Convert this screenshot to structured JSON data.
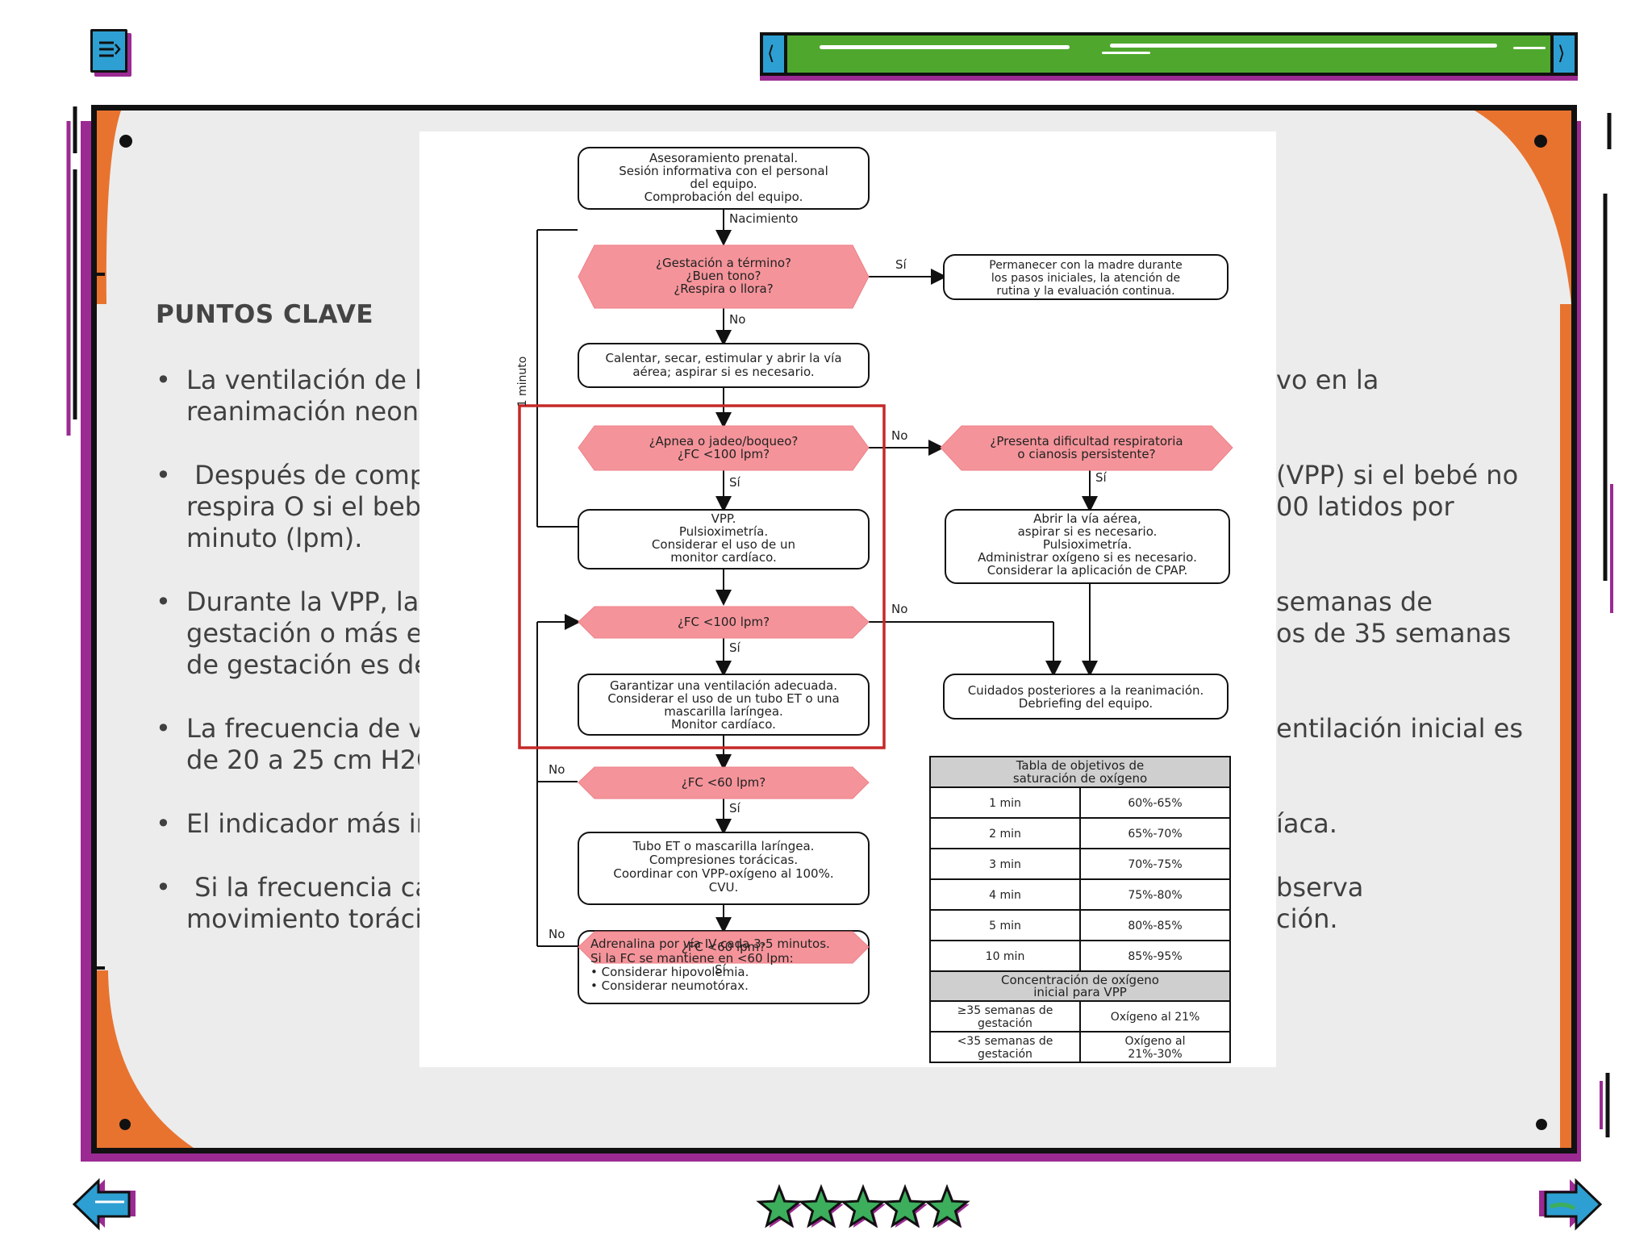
{
  "heading": "PUNTOS CLAVE",
  "bullets": [
    {
      "line1": "La ventilación de l",
      "line2": "reanimación neon",
      "right1": "vo en la",
      "right2": ""
    },
    {
      "line1": " Después de comp",
      "line2": "respira O si el beb",
      "line3": "minuto (lpm).",
      "right1": "(VPP) si el bebé no",
      "right2": "00 latidos por"
    },
    {
      "line1": "Durante la VPP, la",
      "line2": "gestación o más e",
      "line3": "de gestación es de",
      "right1": "semanas de",
      "right2": "os de 35 semanas"
    },
    {
      "line1": "La frecuencia de v",
      "line2": "de 20 a 25 cm H2O",
      "right1": "entilación inicial es",
      "right2": ""
    },
    {
      "line1": "El indicador más in",
      "right1": "íaca.",
      "right2": ""
    },
    {
      "line1": " Si la frecuencia ca",
      "line2": "movimiento toráci",
      "right1": "bserva",
      "right2": "ción."
    }
  ],
  "flowchart": {
    "prenatal": [
      "Asesoramiento prenatal.",
      "Sesión informativa con el personal",
      "del equipo.",
      "Comprobación del equipo."
    ],
    "birth": "Nacimiento",
    "minute_label": "1 minuto",
    "q_term": [
      "¿Gestación a término?",
      "¿Buen tono?",
      "¿Respira o llora?"
    ],
    "yes": "Sí",
    "no": "No",
    "stay_mother": [
      "Permanecer con la madre durante",
      "los pasos iniciales, la atención de",
      "rutina y la evaluación continua."
    ],
    "warm": [
      "Calentar, secar, estimular y abrir la vía",
      "aérea; aspirar si es necesario."
    ],
    "q_apnea": [
      "¿Apnea o jadeo/boqueo?",
      "¿FC <100 lpm?"
    ],
    "q_resp": [
      "¿Presenta dificultad respiratoria",
      "o cianosis persistente?"
    ],
    "vpp": [
      "VPP.",
      "Pulsioximetría.",
      "Considerar el uso de un",
      "monitor cardíaco."
    ],
    "airway": [
      "Abrir la vía aérea,",
      "aspirar si es necesario.",
      "Pulsioximetría.",
      "Administrar oxígeno si es necesario.",
      "Considerar la aplicación de CPAP."
    ],
    "q_fc100": "¿FC <100 lpm?",
    "post_care": [
      "Cuidados posteriores a la reanimación.",
      "Debriefing del equipo."
    ],
    "ventilation": [
      "Garantizar una ventilación adecuada.",
      "Considerar el uso de un tubo ET o una",
      "mascarilla laríngea.",
      "Monitor cardíaco."
    ],
    "q_fc60": "¿FC <60 lpm?",
    "compressions": [
      "Tubo ET o mascarilla laríngea.",
      "Compresiones torácicas.",
      "Coordinar con VPP-oxígeno al 100%.",
      "CVU."
    ],
    "adrenaline": [
      "Adrenalina por vía IV cada 3-5 minutos.",
      "Si la FC se mantiene en <60 lpm:",
      "• Considerar hipovolemia.",
      "• Considerar neumotórax."
    ],
    "sat_table": {
      "title": [
        "Tabla de objetivos de",
        "saturación de oxígeno"
      ],
      "rows": [
        [
          "1 min",
          "60%-65%"
        ],
        [
          "2 min",
          "65%-70%"
        ],
        [
          "3 min",
          "70%-75%"
        ],
        [
          "4 min",
          "75%-80%"
        ],
        [
          "5 min",
          "80%-85%"
        ],
        [
          "10 min",
          "85%-95%"
        ]
      ],
      "conc_title": [
        "Concentración de oxígeno",
        "inicial para VPP"
      ],
      "conc_rows": [
        [
          [
            "≥35 semanas de",
            "gestación"
          ],
          [
            "Oxígeno al 21%"
          ]
        ],
        [
          [
            "<35 semanas de",
            "gestación"
          ],
          [
            "Oxígeno al",
            "21%-30%"
          ]
        ]
      ]
    }
  },
  "colors": {
    "frame": "#111111",
    "shadow": "#9c2a93",
    "accent_orange": "#e8732f",
    "accent_blue": "#2e9fd2",
    "progress_green": "#4fa82d",
    "star_green": "#3cae5c",
    "decision_fill": "#f4949a",
    "highlight_red": "#c62828"
  },
  "icons": {
    "menu": "menu-icon",
    "prev": "arrow-left-icon",
    "next": "arrow-right-icon",
    "star": "star-icon"
  }
}
